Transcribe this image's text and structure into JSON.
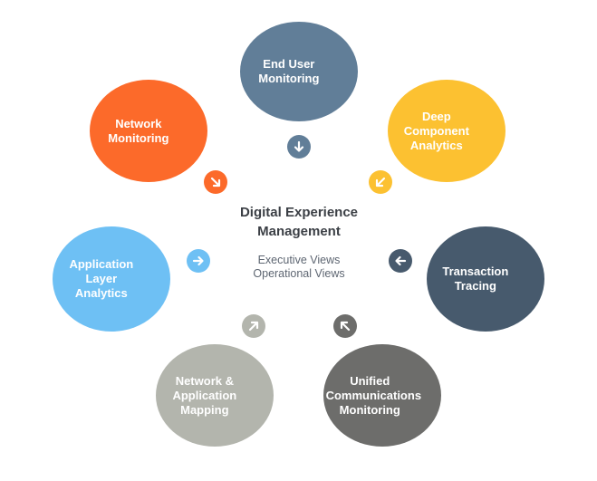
{
  "center": {
    "title_line1": "Digital Experience",
    "title_line2": "Management",
    "view1": "Executive Views",
    "view2": "Operational Views"
  },
  "nodes": [
    {
      "key": "end-user-monitoring",
      "lines": [
        "End User",
        "Monitoring"
      ],
      "color": "#617e98",
      "arrow_color": "#617e98",
      "arrow_icon": "arrow-down-icon"
    },
    {
      "key": "deep-component-analytics",
      "lines": [
        "Deep",
        "Component",
        "Analytics"
      ],
      "color": "#fcc131",
      "arrow_color": "#fcc131",
      "arrow_icon": "arrow-down-left-icon"
    },
    {
      "key": "transaction-tracing",
      "lines": [
        "Transaction",
        "Tracing"
      ],
      "color": "#475a6d",
      "arrow_color": "#475a6d",
      "arrow_icon": "arrow-left-icon"
    },
    {
      "key": "unified-communications-monitoring",
      "lines": [
        "Unified",
        "Communications",
        "Monitoring"
      ],
      "color": "#6d6d6b",
      "arrow_color": "#6d6d6b",
      "arrow_icon": "arrow-up-left-icon"
    },
    {
      "key": "network-application-mapping",
      "lines": [
        "Network &",
        "Application",
        "Mapping"
      ],
      "color": "#b3b5ad",
      "arrow_color": "#b3b5ad",
      "arrow_icon": "arrow-up-right-icon"
    },
    {
      "key": "application-layer-analytics",
      "lines": [
        "Application",
        "Layer",
        "Analytics"
      ],
      "color": "#6ec0f4",
      "arrow_color": "#6ec0f4",
      "arrow_icon": "arrow-right-icon"
    },
    {
      "key": "network-monitoring",
      "lines": [
        "Network",
        "Monitoring"
      ],
      "color": "#fc6a2a",
      "arrow_color": "#fc6a2a",
      "arrow_icon": "arrow-down-right-icon"
    }
  ]
}
